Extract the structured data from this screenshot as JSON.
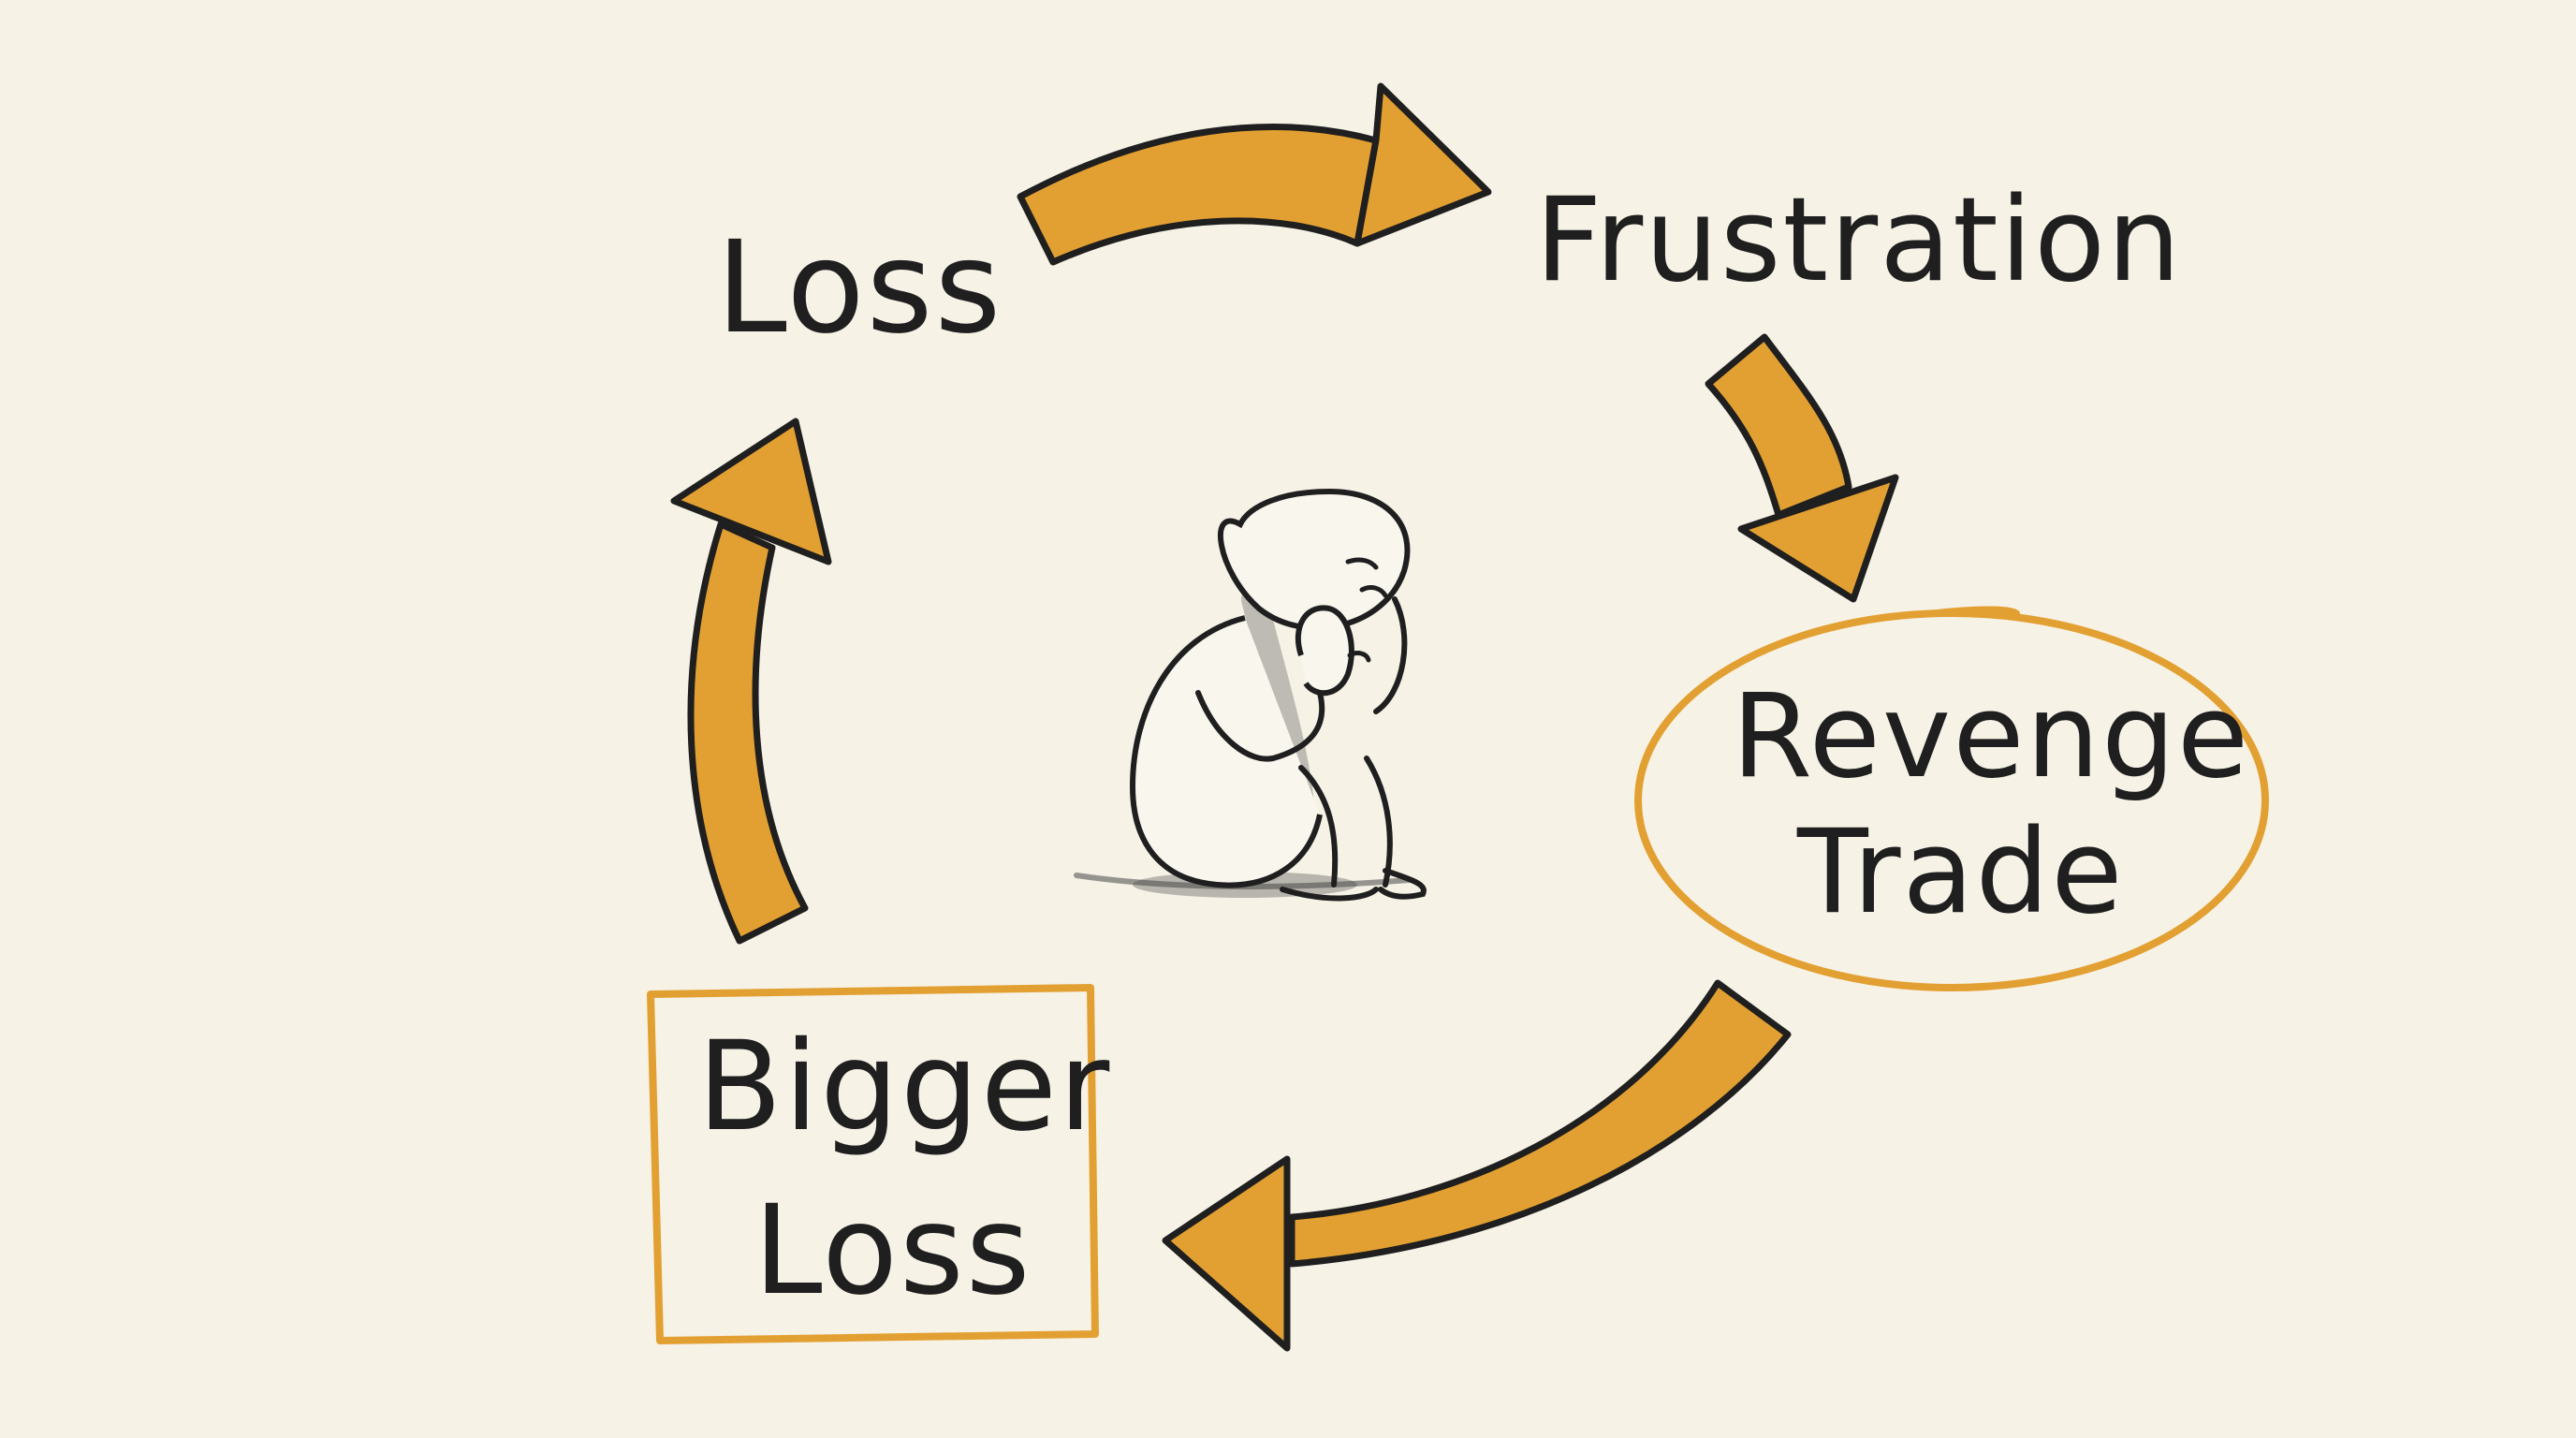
{
  "diagram": {
    "nodes": {
      "loss": "Loss",
      "frustration": "Frustration",
      "revenge_trade": [
        "Revenge",
        "Trade"
      ],
      "bigger_loss": [
        "Bigger",
        "Loss"
      ]
    },
    "colors": {
      "background": "#f6f2e6",
      "accent": "#e3a032",
      "ink": "#1f1f1f"
    },
    "center_figure": "distressed-person-sitting-head-in-hands",
    "flow": [
      "Loss",
      "Frustration",
      "Revenge Trade",
      "Bigger Loss",
      "Loss"
    ]
  }
}
